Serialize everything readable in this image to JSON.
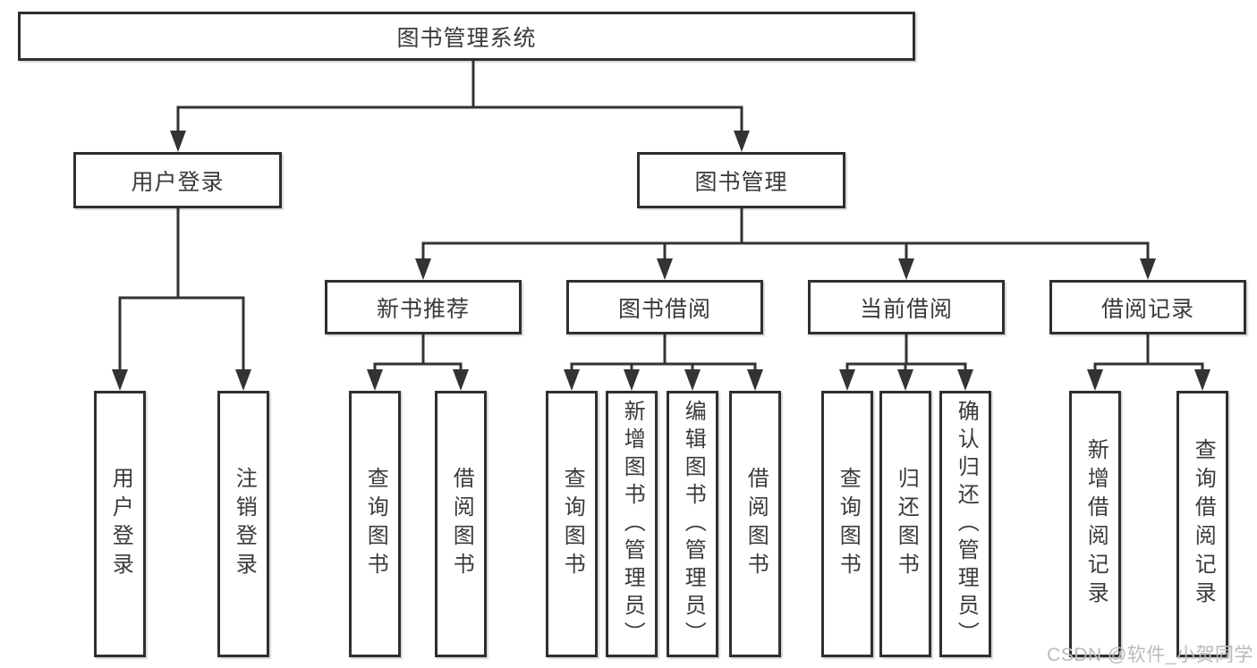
{
  "tree": {
    "label": "图书管理系统",
    "children": [
      {
        "label": "用户登录",
        "children": [
          {
            "label": "用户登录"
          },
          {
            "label": "注销登录"
          }
        ]
      },
      {
        "label": "图书管理",
        "children": [
          {
            "label": "新书推荐",
            "children": [
              {
                "label": "查询图书"
              },
              {
                "label": "借阅图书"
              }
            ]
          },
          {
            "label": "图书借阅",
            "children": [
              {
                "label": "查询图书"
              },
              {
                "label": "新增图书（管理员）"
              },
              {
                "label": "编辑图书（管理员）"
              },
              {
                "label": "借阅图书"
              }
            ]
          },
          {
            "label": "当前借阅",
            "children": [
              {
                "label": "查询图书"
              },
              {
                "label": "归还图书"
              },
              {
                "label": "确认归还（管理员）"
              }
            ]
          },
          {
            "label": "借阅记录",
            "children": [
              {
                "label": "新增借阅记录"
              },
              {
                "label": "查询借阅记录"
              }
            ]
          }
        ]
      }
    ]
  },
  "watermark": {
    "text": "CSDN @软件_小贺同学"
  },
  "colors": {
    "line": "#333333",
    "box_border": "#2f2f2f",
    "text": "#3a3a3a",
    "background": "#ffffff",
    "watermark": "#b9b9c2"
  }
}
